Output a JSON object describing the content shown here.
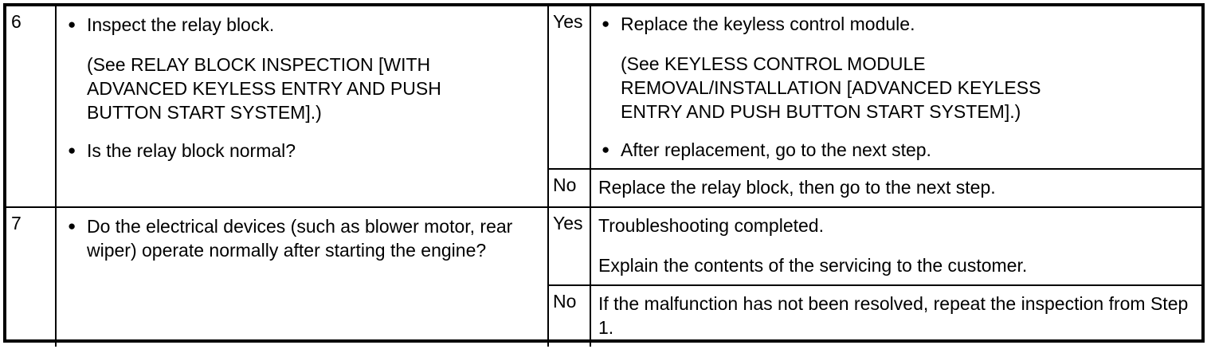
{
  "document": {
    "type": "troubleshooting-table",
    "bullet_glyph": "●",
    "colors": {
      "ink": "#000000",
      "paper": "#ffffff"
    }
  },
  "columns": {
    "step_header": "",
    "action_header": "",
    "result_header": ""
  },
  "rows": [
    {
      "step": "6",
      "action": {
        "bullets": [
          "Inspect the relay block.",
          "Is the relay block normal?"
        ],
        "note": "(See RELAY BLOCK INSPECTION [WITH\nADVANCED KEYLESS ENTRY AND PUSH\nBUTTON START SYSTEM].)"
      },
      "results": [
        {
          "label": "Yes",
          "bullets": [
            "Replace the keyless control module.",
            "After replacement, go to the next step."
          ],
          "note": "(See KEYLESS CONTROL MODULE\nREMOVAL/INSTALLATION [ADVANCED KEYLESS\nENTRY AND PUSH BUTTON START SYSTEM].)"
        },
        {
          "label": "No",
          "text": "Replace the relay block, then go to the next step."
        }
      ]
    },
    {
      "step": "7",
      "action": {
        "bullets": [
          "Do the electrical devices (such as blower motor, rear wiper) operate normally after starting the engine?"
        ]
      },
      "results": [
        {
          "label": "Yes",
          "text": "Troubleshooting completed.",
          "text2": "Explain the contents of the servicing to the customer."
        },
        {
          "label": "No",
          "text": "If the malfunction has not been resolved, repeat the inspection from Step 1."
        }
      ]
    }
  ]
}
